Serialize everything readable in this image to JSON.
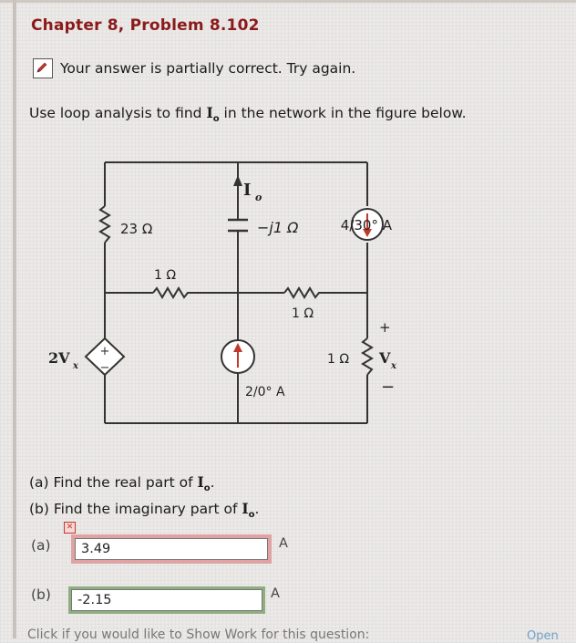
{
  "problem_title": "Chapter 8, Problem 8.102",
  "feedback": {
    "icon": "pencil-icon",
    "message": "Your answer is partially correct.  Try again."
  },
  "instruction": {
    "before": "Use loop analysis to find ",
    "var": "I",
    "var_sub": "o",
    "after": " in the network in the figure below."
  },
  "circuit": {
    "top_current_label": "I",
    "top_current_sub": "o",
    "r_left": "23 Ω",
    "cap_label": "−j1 Ω",
    "top_source": "4/30° A",
    "r_mid_left": "1 Ω",
    "r_mid_right": "1 Ω",
    "dep_source": "2V",
    "dep_source_sub": "x",
    "center_source": "2/0° A",
    "r_right": "1 Ω",
    "vx_label": "V",
    "vx_sub": "x",
    "plus": "+",
    "minus": "−"
  },
  "parts": {
    "a_text": "(a) Find the real part of ",
    "b_text": "(b) Find the imaginary part of ",
    "var": "I",
    "var_sub": "o",
    "period": "."
  },
  "answers": {
    "a_label": "(a)",
    "a_value": "3.49",
    "a_unit": "A",
    "a_status_icon": "x-icon",
    "b_label": "(b)",
    "b_value": "-2.15",
    "b_unit": "A"
  },
  "footer": {
    "text": "Click if you would like to Show Work for this question:",
    "link": "Open"
  }
}
